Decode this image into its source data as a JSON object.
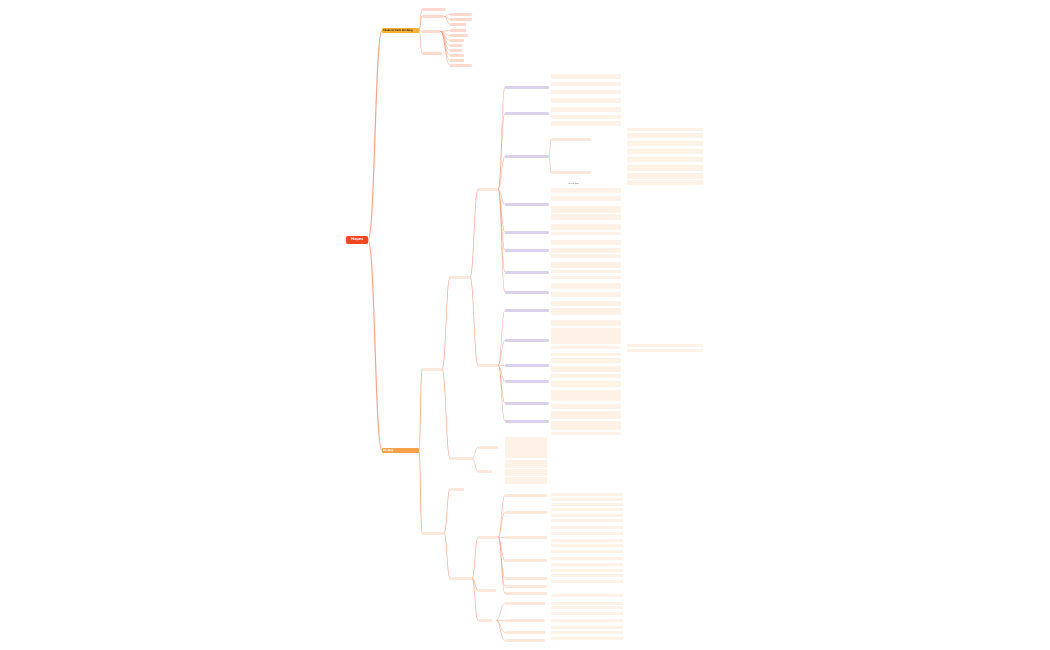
{
  "root": {
    "label": "Mapex"
  },
  "branches": {
    "top": {
      "label": "Chuẩn bị trước khi đăng"
    },
    "bottom": {
      "label": "Đã đăng"
    }
  },
  "labels": {
    "float": "Tiêu đề phụ"
  },
  "colors": {
    "root": "#f0471f",
    "branch_top": "#f6b13a",
    "branch_bottom": "#f5a04a",
    "edge": "#f2a488"
  }
}
